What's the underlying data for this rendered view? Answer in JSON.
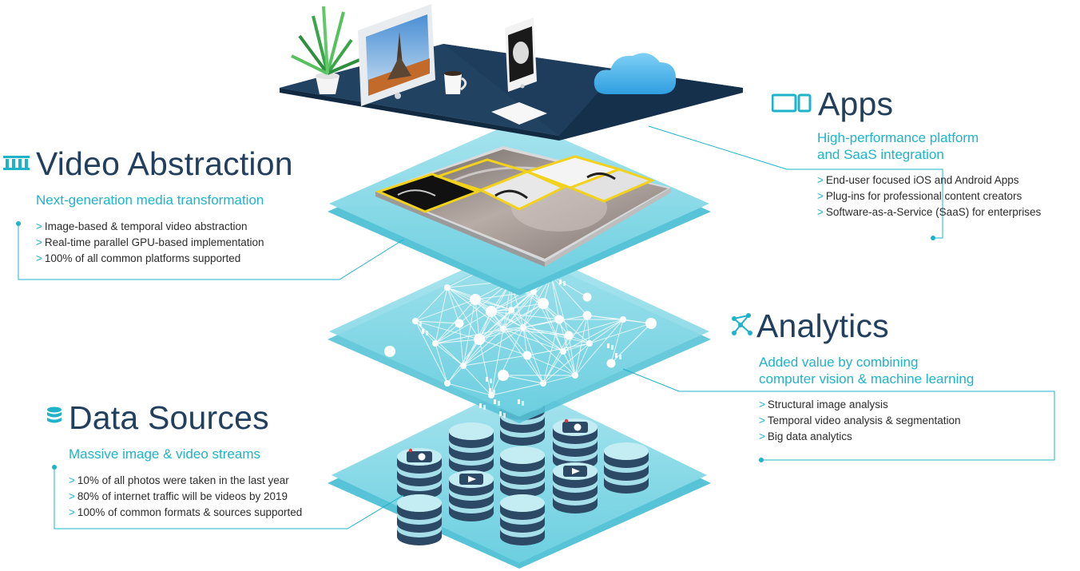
{
  "sections": {
    "apps": {
      "title": "Apps",
      "subtitle": "High-performance platform\nand SaaS integration",
      "bullets": [
        "End-user focused iOS and Android Apps",
        "Plug-ins for professional content creators",
        "Software-as-a-Service (SaaS) for enterprises"
      ],
      "icon": "devices-icon"
    },
    "video": {
      "title": "Video Abstraction",
      "subtitle": "Next-generation media transformation",
      "bullets": [
        "Image-based & temporal video abstraction",
        "Real-time parallel GPU-based implementation",
        "100% of all common platforms supported"
      ],
      "icon": "columns-icon"
    },
    "analytics": {
      "title": "Analytics",
      "subtitle": "Added value by combining\ncomputer vision & machine learning",
      "bullets": [
        "Structural image analysis",
        "Temporal video analysis & segmentation",
        "Big data analytics"
      ],
      "icon": "network-icon"
    },
    "data": {
      "title": "Data Sources",
      "subtitle": "Massive image & video streams",
      "bullets": [
        "10% of all photos were taken in the last year",
        "80% of internet traffic will be videos by 2019",
        "100% of common formats & sources supported"
      ],
      "icon": "database-icon"
    }
  },
  "bullet_prefix": ">",
  "colors": {
    "title": "#22405d",
    "accent": "#1fb3c9",
    "layer": "#8fd9e5",
    "layer_dark": "#22405d",
    "database": "#2c4a66"
  }
}
